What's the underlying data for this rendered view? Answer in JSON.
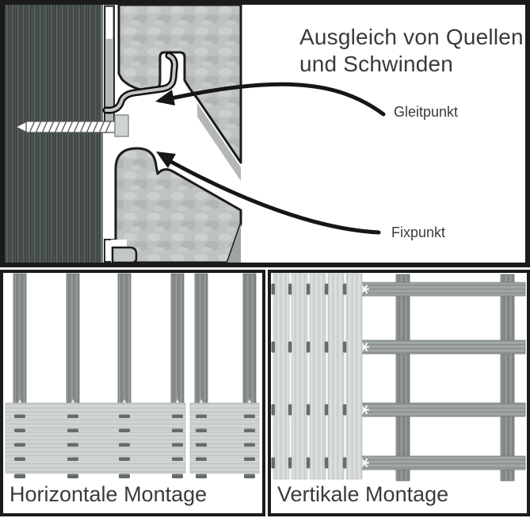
{
  "detail_panel": {
    "title_line1": "Ausgleich von Quellen",
    "title_line2": "und Schwinden",
    "gleitpunkt_label": "Gleitpunkt",
    "fixpunkt_label": "Fixpunkt"
  },
  "horizontal_panel": {
    "caption": "Horizontale Montage"
  },
  "vertical_panel": {
    "caption": "Vertikale Montage"
  },
  "colors": {
    "panel_border": "#1b1b1b",
    "text": "#3a3a3a",
    "dark_wood": "#4b5252",
    "cross_section_board": "#bec2c2",
    "batten": "#8d9292",
    "light_board": "#ccd0d0",
    "clip_mark": "#666b6b",
    "outline": "#1c1c1c",
    "arrow": "#161616"
  },
  "icons": {
    "upper_arrow": "curved-arrow",
    "lower_arrow": "curved-arrow",
    "screw": "screw-glyph",
    "clip": "s-profile-clip",
    "fastener_star": "screw-head-star"
  }
}
